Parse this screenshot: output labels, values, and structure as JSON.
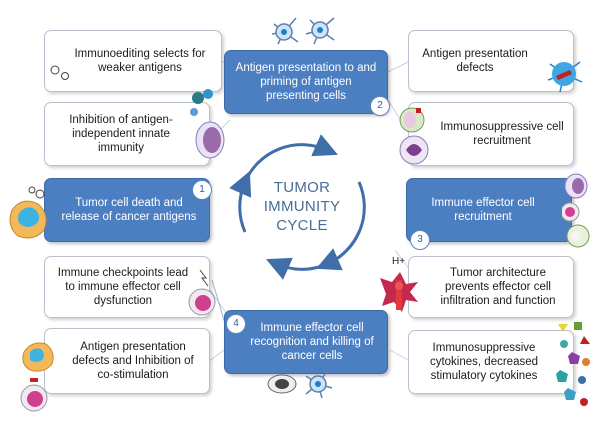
{
  "center": {
    "line1": "TUMOR",
    "line2": "IMMUNITY",
    "line3": "CYCLE"
  },
  "steps": [
    {
      "num": "1",
      "text": "Tumor cell death and release of cancer antigens"
    },
    {
      "num": "2",
      "text": "Antigen presentation to and priming of antigen presenting cells"
    },
    {
      "num": "3",
      "text": "Immune effector cell recruitment"
    },
    {
      "num": "4",
      "text": "Immune effector cell recognition and killing of cancer cells"
    }
  ],
  "obstacles": {
    "immunoediting": "Immunoediting selects for weaker antigens",
    "innate": "Inhibition of antigen-independent innate immunity",
    "antigen_defects": "Antigen presentation defects",
    "suppressive_recruit": "Immunosuppressive cell recruitment",
    "checkpoints": "Immune checkpoints lead to immune effector cell dysfunction",
    "costim": "Antigen presentation defects and Inhibition of co-stimulation",
    "architecture": "Tumor architecture prevents effector cell infiltration and function",
    "cytokines": "Immunosuppressive cytokines, decreased stimulatory cytokines"
  },
  "labels": {
    "proton": "H+"
  },
  "colors": {
    "step_fill": "#4c7fc2",
    "cycle_ring": "#3f6ea8",
    "obstacle_border": "#b8c2cf"
  }
}
